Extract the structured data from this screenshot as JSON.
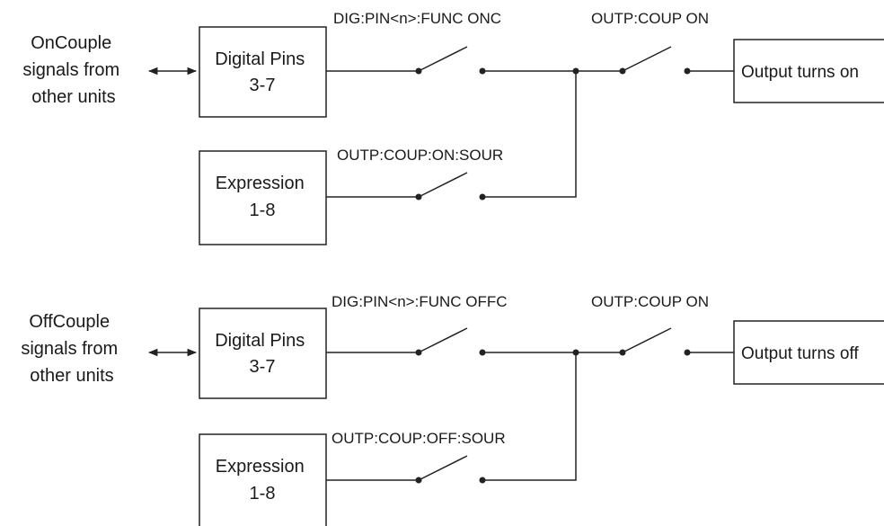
{
  "on_section": {
    "source_text": [
      "OnCouple",
      "signals from",
      "other units"
    ],
    "pins_box": [
      "Digital Pins",
      "3-7"
    ],
    "expr_box": [
      "Expression",
      "1-8"
    ],
    "switch1_label": "DIG:PIN<n>:FUNC ONC",
    "switch2_label": "OUTP:COUP ON",
    "switch3_label": "OUTP:COUP:ON:SOUR",
    "output_label": "Output turns on"
  },
  "off_section": {
    "source_text": [
      "OffCouple",
      "signals from",
      "other units"
    ],
    "pins_box": [
      "Digital Pins",
      "3-7"
    ],
    "expr_box": [
      "Expression",
      "1-8"
    ],
    "switch1_label": "DIG:PIN<n>:FUNC OFFC",
    "switch2_label": "OUTP:COUP ON",
    "switch3_label": "OUTP:COUP:OFF:SOUR",
    "output_label": "Output turns off"
  }
}
